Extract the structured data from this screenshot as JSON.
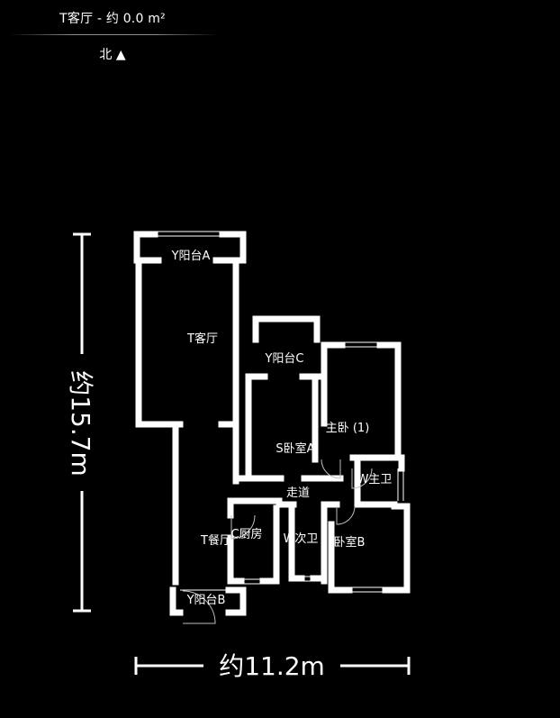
{
  "header": {
    "title": "T客厅 - 约 0.0 m²",
    "north": "北 ▲"
  },
  "dimensions": {
    "height": "约15.7m",
    "width": "约11.2m"
  },
  "rooms": {
    "balcony_a": "Y阳台A",
    "living": "T客厅",
    "balcony_c": "Y阳台C",
    "master_bed": "主卧 (1)",
    "bedroom_a": "S卧室A",
    "master_bath": "W主卫",
    "corridor": "走道",
    "dining": "T餐厅",
    "kitchen": "C厨房",
    "second_bath": "W次卫",
    "bedroom_b": "卧室B",
    "balcony_b": "Y阳台B"
  }
}
